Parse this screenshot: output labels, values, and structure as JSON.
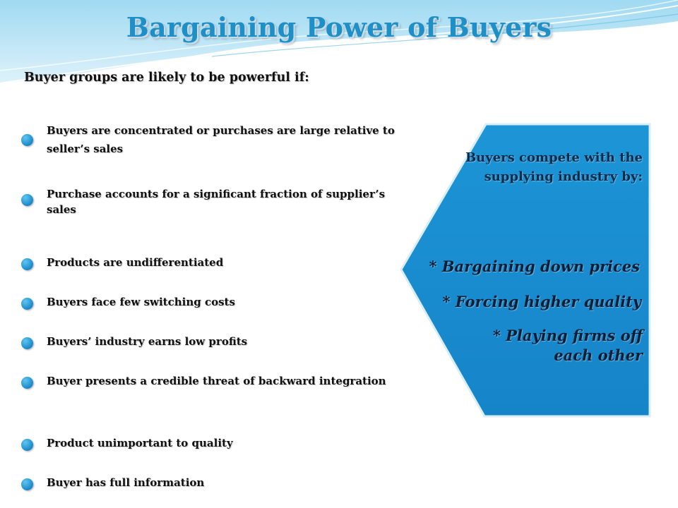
{
  "title": "Bargaining Power of Buyers",
  "subtitle": "Buyer groups are likely to be powerful if:",
  "bullets": [
    "Buyers are concentrated or purchases are large relative to seller’s sales",
    "Purchase accounts for a significant fraction of supplier’s sales",
    "Products are undifferentiated",
    "Buyers face few switching costs",
    "Buyers’ industry earns low profits",
    "Buyer presents a credible threat of backward integration",
    "Product unimportant to quality",
    "Buyer has full information"
  ],
  "panel": {
    "heading": "Buyers compete with the supplying industry by:",
    "items": [
      "* Bargaining down prices",
      "* Forcing higher quality",
      "* Playing firms off each other"
    ]
  },
  "colors": {
    "title": "#1f8fc7",
    "panel": "#1a8fd0",
    "bullet": "#1a88c9"
  }
}
